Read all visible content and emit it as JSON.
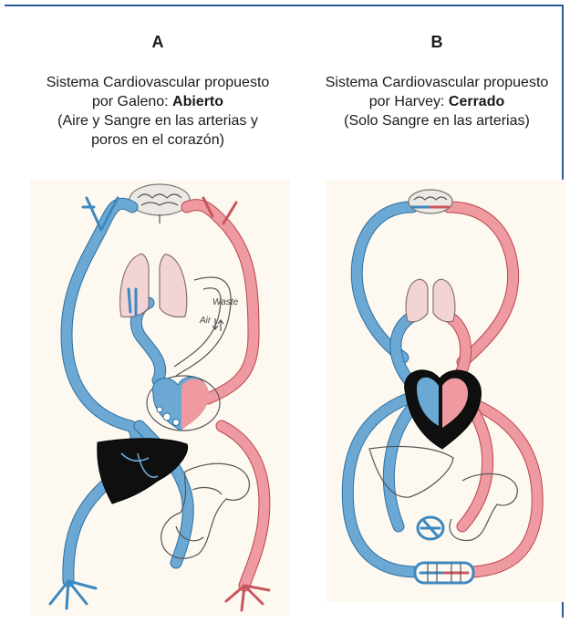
{
  "colors": {
    "frame_border": "#2d5b9a",
    "venous_blood": "#6ba8d4",
    "arterial_blood": "#ee9aa0",
    "panel_background": "#fdf9f1",
    "liver": "#0f0f0f"
  },
  "panel_a": {
    "letter": "A",
    "caption_line1": "Sistema Cardiovascular propuesto",
    "caption_line2_prefix": "por Galeno: ",
    "caption_line2_bold": "Abierto",
    "caption_line3": "(Aire y Sangre en las arterias y",
    "caption_line4": "poros en el corazón)",
    "label_waste": "Waste",
    "label_air": "Air"
  },
  "panel_b": {
    "letter": "B",
    "caption_line1": "Sistema Cardiovascular propuesto",
    "caption_line2_prefix": "por Harvey: ",
    "caption_line2_bold": "Cerrado",
    "caption_line3": "(Solo Sangre en las arterias)"
  }
}
